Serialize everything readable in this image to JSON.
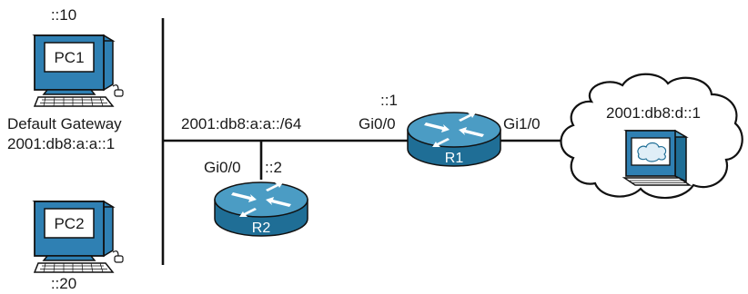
{
  "colors": {
    "router_body": "#1f6e96",
    "router_top": "#4b9cc4",
    "device_blue": "#2f80b3",
    "device_light": "#dfeef7",
    "line": "#111111"
  },
  "icons": {
    "pc": "desktop-computer-icon",
    "router": "router-icon",
    "server": "server-icon",
    "cloud": "cloud-icon"
  },
  "pc1": {
    "name": "PC1",
    "address": "::10",
    "gateway_label": "Default Gateway",
    "gateway_address": "2001:db8:a:a::1"
  },
  "pc2": {
    "name": "PC2",
    "address": "::20"
  },
  "lan": {
    "prefix": "2001:db8:a:a::/64"
  },
  "r1": {
    "name": "R1",
    "lan_interface": "Gi0/0",
    "lan_address": "::1",
    "wan_interface": "Gi1/0"
  },
  "r2": {
    "name": "R2",
    "interface": "Gi0/0",
    "address": "::2"
  },
  "remote": {
    "address": "2001:db8:d::1"
  }
}
